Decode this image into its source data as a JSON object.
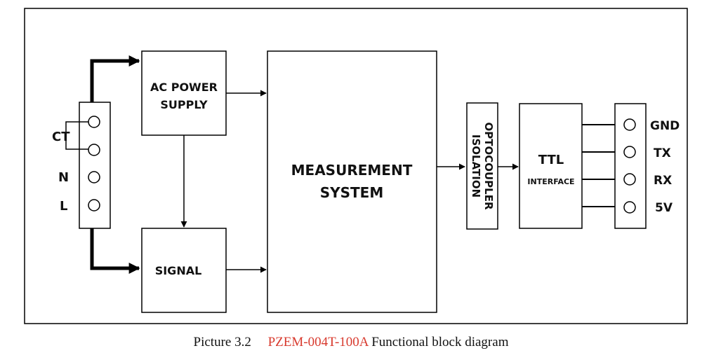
{
  "terminals_left": {
    "labels": [
      "CT",
      "N",
      "L"
    ]
  },
  "blocks": {
    "ac_power": [
      "AC POWER",
      "SUPPLY"
    ],
    "signal": "SIGNAL",
    "measurement": [
      "MEASUREMENT",
      "SYSTEM"
    ],
    "optocoupler": [
      "OPTOCOUPLER",
      "ISOLATION"
    ],
    "ttl": [
      "TTL",
      "INTERFACE"
    ]
  },
  "terminals_right": {
    "labels": [
      "GND",
      "TX",
      "RX",
      "5V"
    ]
  },
  "caption": {
    "prefix": "Picture 3.2",
    "model": "PZEM-004T-100A",
    "suffix": "Functional block diagram"
  }
}
